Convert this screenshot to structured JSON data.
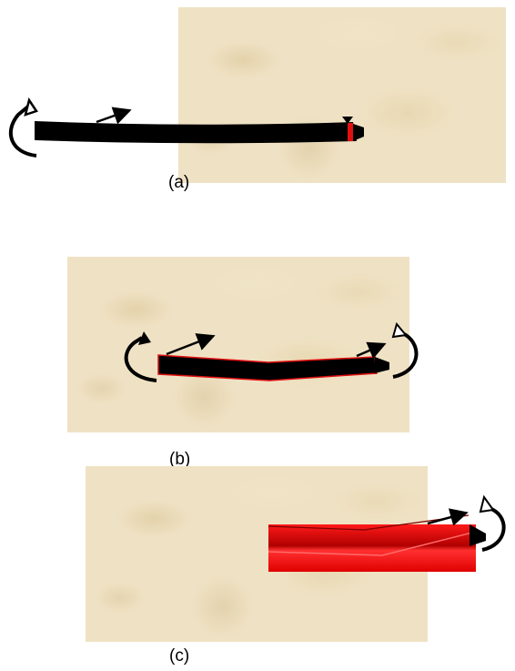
{
  "panels": [
    {
      "caption": "(a)"
    },
    {
      "caption": "(b)"
    },
    {
      "caption": "(c)"
    }
  ],
  "colors": {
    "background_texture": "#efe2c4",
    "beam_black": "#000000",
    "beam_red": "#e01010",
    "arrow": "#000000"
  }
}
